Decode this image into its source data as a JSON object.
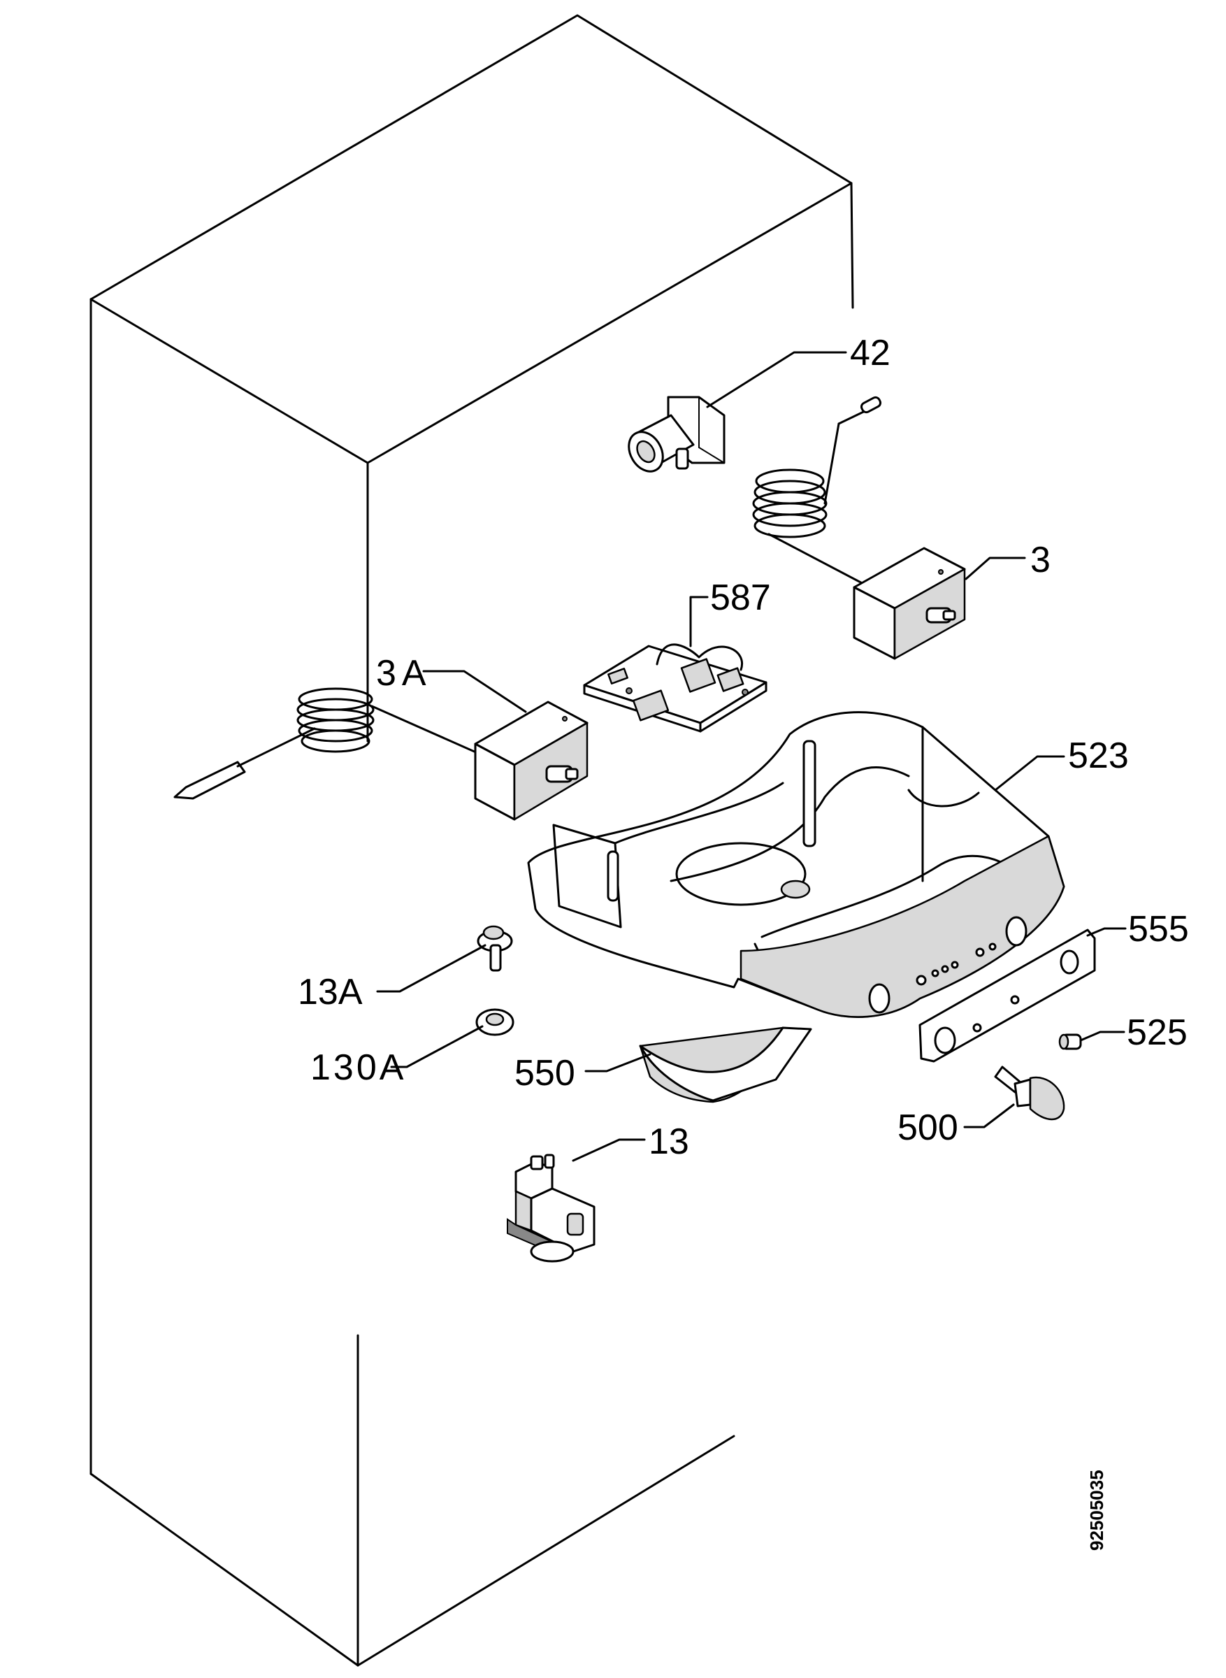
{
  "labels": {
    "p42": "42",
    "p3": "3",
    "p587": "587",
    "p3a": "3A",
    "p523": "523",
    "p555": "555",
    "p13a": "13A",
    "p525": "525",
    "p130a": "130A",
    "p550": "550",
    "p500": "500",
    "p13": "13"
  },
  "doc_number": "92505035"
}
